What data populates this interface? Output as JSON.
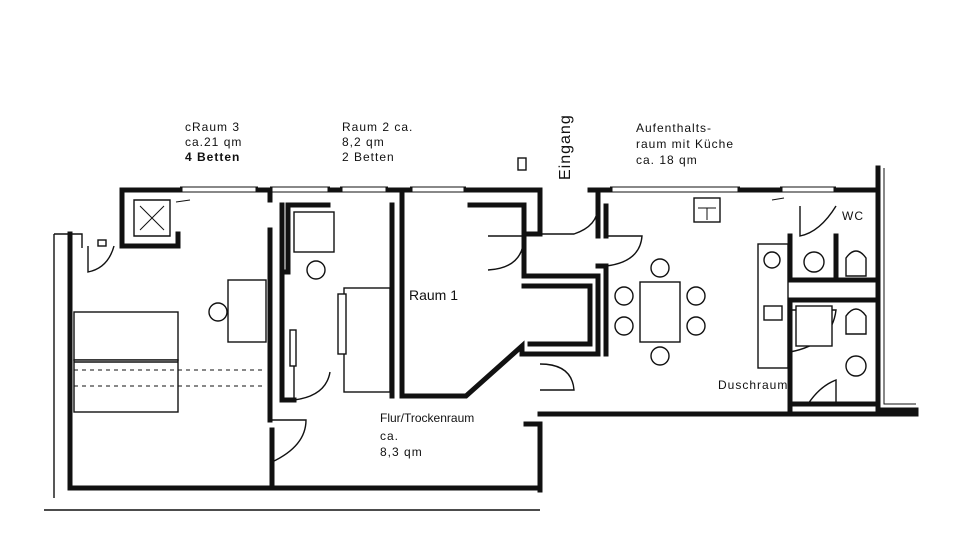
{
  "rooms": {
    "raum3": {
      "line1": "cRaum 3",
      "line2": "ca.21 qm",
      "line3": "4 Betten"
    },
    "raum2": {
      "line1": "Raum 2 ca.",
      "line2": "8,2 qm",
      "line3": "2 Betten"
    },
    "raum1": {
      "name": "Raum 1"
    },
    "aufenthalt": {
      "line1": "Aufenthalts-",
      "line2": "raum mit Küche",
      "line3": "ca. 18 qm"
    },
    "wc": {
      "name": "WC"
    },
    "duschraum": {
      "name": "Duschraum"
    },
    "flur": {
      "line1": "Flur/Trockenraum",
      "line2": "ca.",
      "line3": "8,3 qm"
    }
  },
  "entrance": {
    "label": "Eingang"
  }
}
